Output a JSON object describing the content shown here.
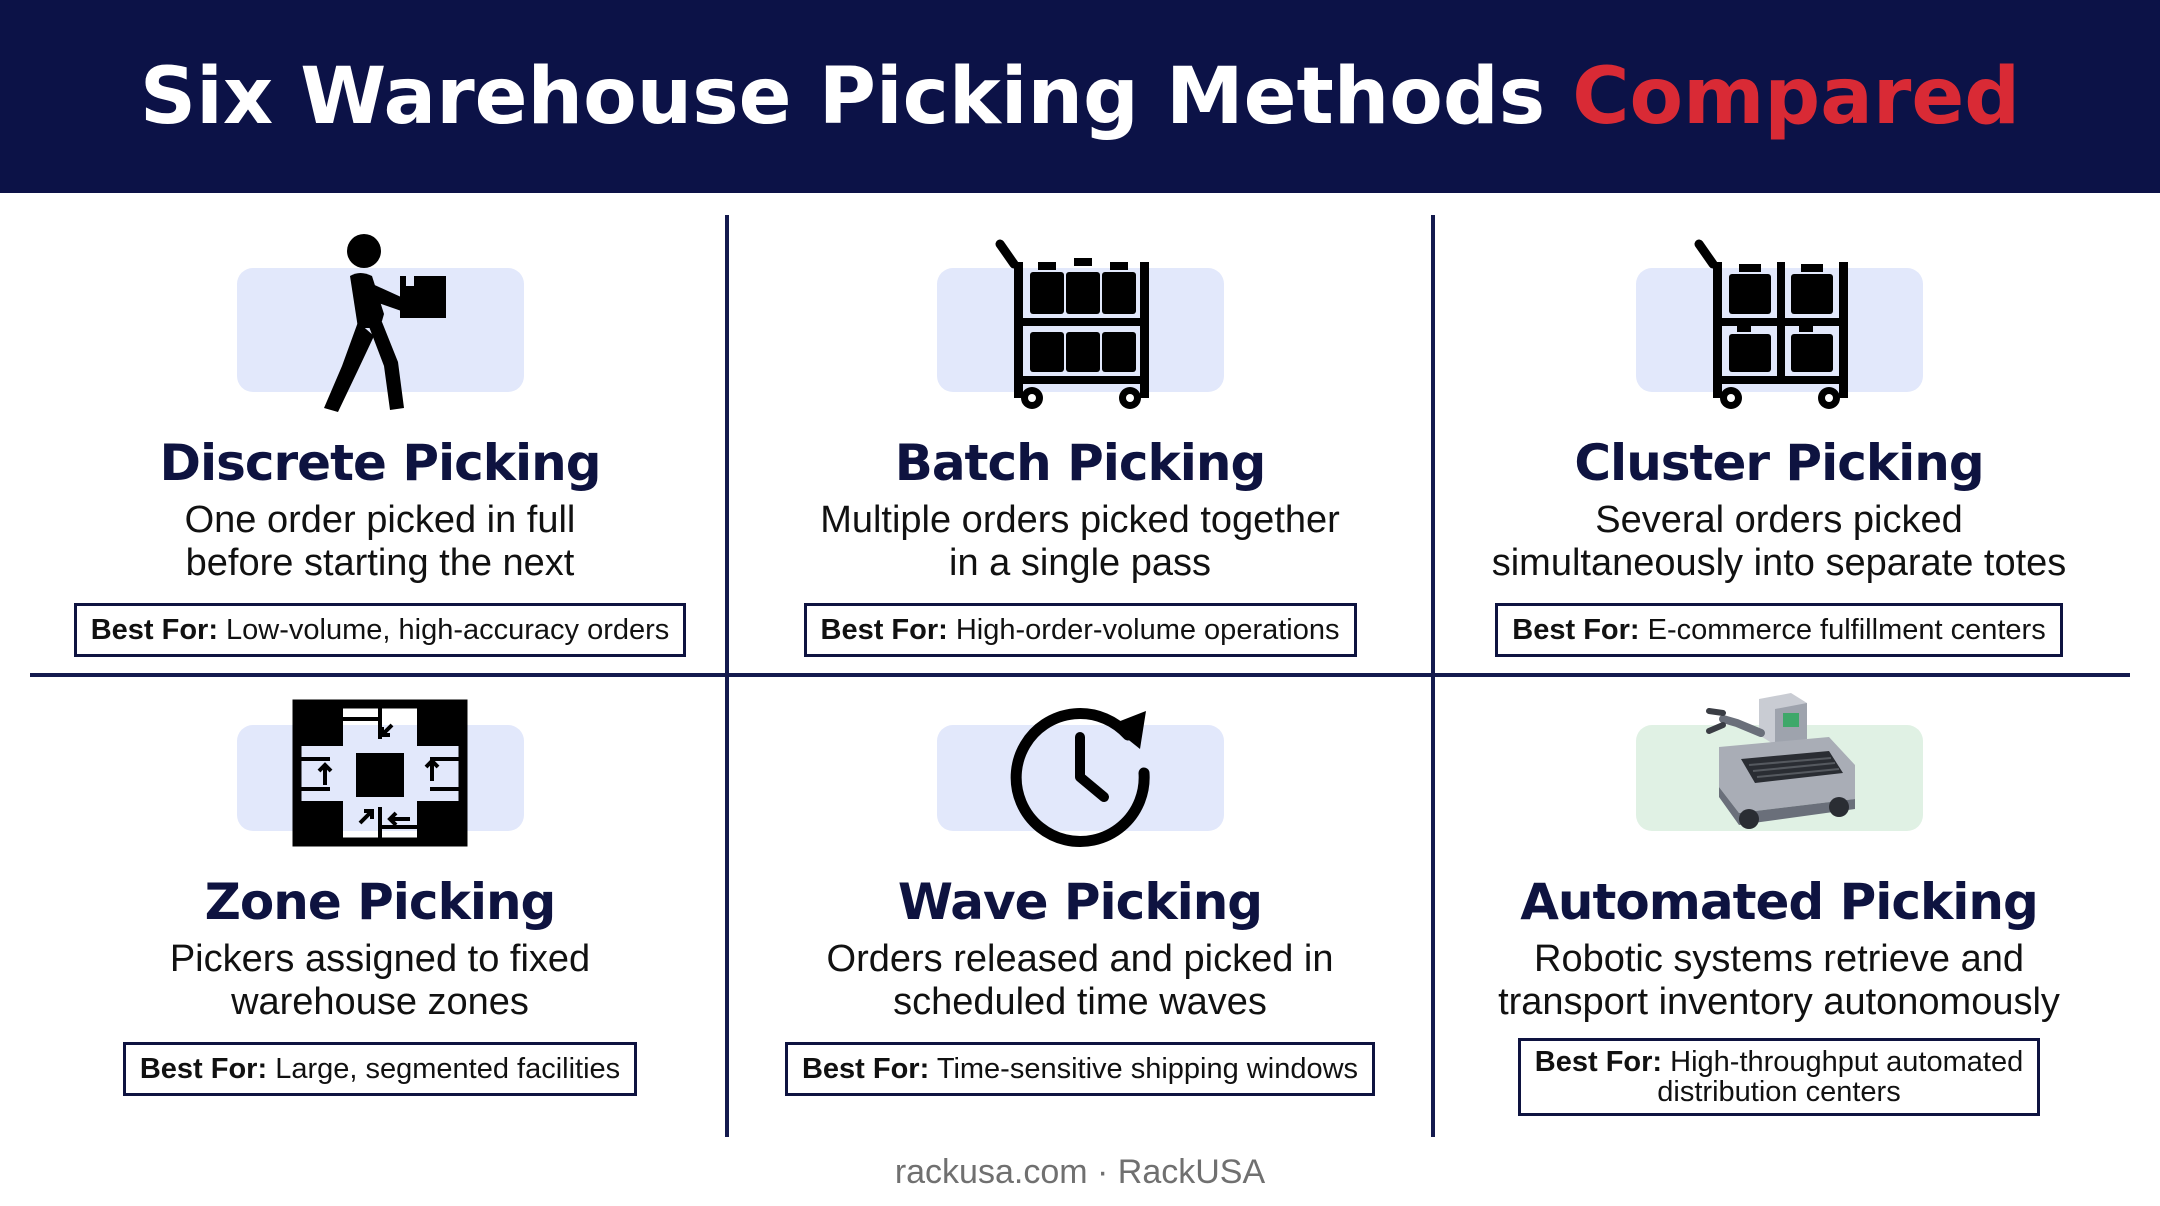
{
  "header": {
    "title_main": "Six Warehouse Picking Methods",
    "title_accent": "Compared",
    "accent_color": "#d92a35",
    "background_color": "#0c1247"
  },
  "methods": [
    {
      "icon": "walking-person-carrying-box-icon",
      "title": "Discrete Picking",
      "desc_line1": "One order picked in full",
      "desc_line2": "before starting the next",
      "best_label": "Best For:",
      "best_value": "Low-volume, high-accuracy orders"
    },
    {
      "icon": "cart-with-bins-icon",
      "title": "Batch Picking",
      "desc_line1": "Multiple orders picked together",
      "desc_line2": "in a single pass",
      "best_label": "Best For:",
      "best_value": "High-order-volume operations"
    },
    {
      "icon": "cart-with-separate-totes-icon",
      "title": "Cluster Picking",
      "desc_line1": "Several orders picked",
      "desc_line2": "simultaneously into separate totes",
      "best_label": "Best For:",
      "best_value": "E-commerce fulfillment centers"
    },
    {
      "icon": "zone-floor-plan-icon",
      "title": "Zone Picking",
      "desc_line1": "Pickers assigned to fixed",
      "desc_line2": "warehouse zones",
      "best_label": "Best For:",
      "best_value": "Large, segmented facilities"
    },
    {
      "icon": "clock-refresh-icon",
      "title": "Wave Picking",
      "desc_line1": "Orders released and picked in",
      "desc_line2": "scheduled time waves",
      "best_label": "Best For:",
      "best_value": "Time-sensitive shipping windows"
    },
    {
      "icon": "robotic-vehicle-icon",
      "title": "Automated Picking",
      "desc_line1": "Robotic systems retrieve and",
      "desc_line2": "transport inventory autonomously",
      "best_label": "Best For:",
      "best_value_line1": "High-throughput automated",
      "best_value_line2": "distribution centers"
    }
  ],
  "footer": {
    "text": "rackusa.com · RackUSA"
  }
}
